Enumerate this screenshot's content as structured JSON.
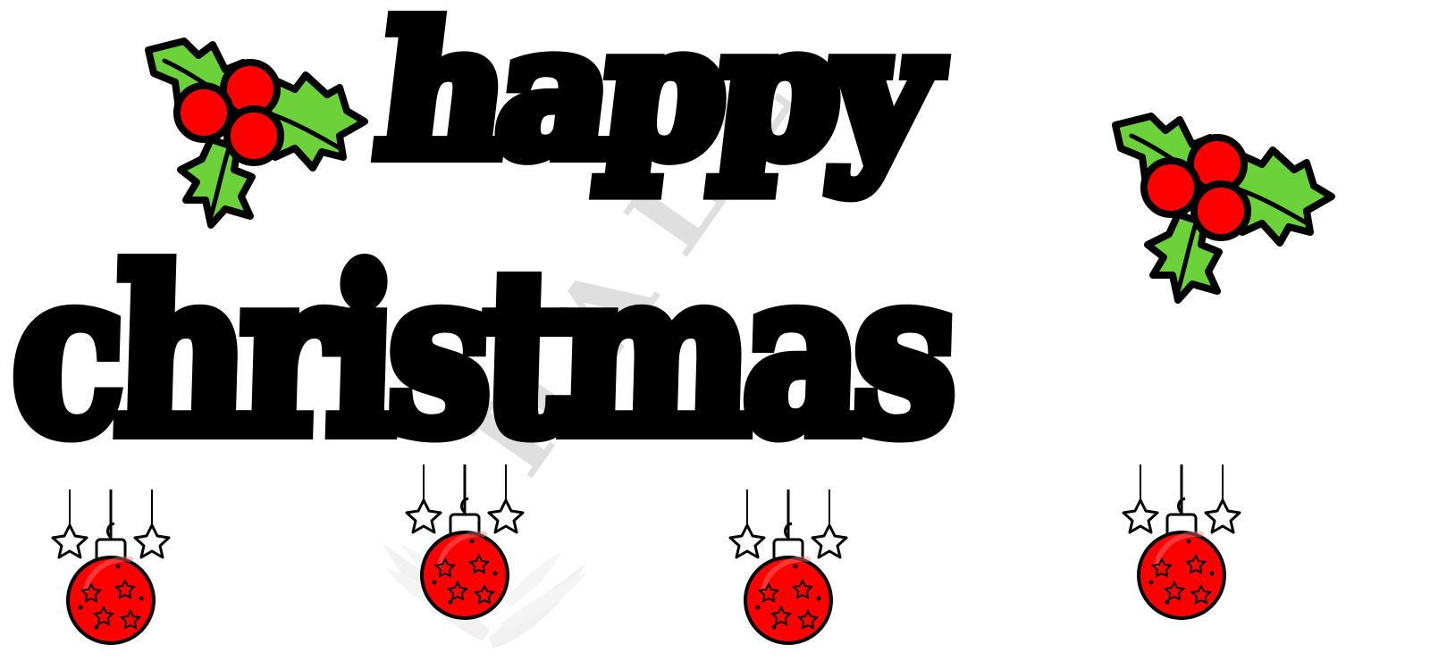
{
  "greeting": {
    "line_1": "happy",
    "line_2": "christmas"
  },
  "watermark": {
    "text": "HALL"
  },
  "decorations": {
    "holly_icon": "holly-berry-cluster",
    "ornament_icon": "hanging-red-bauble",
    "star_icon": "outline-star"
  },
  "colors": {
    "ink": "#000000",
    "berry": "#ff0000",
    "leaf": "#6bd23a",
    "background": "#ffffff",
    "watermark": "#bdbdbd"
  }
}
